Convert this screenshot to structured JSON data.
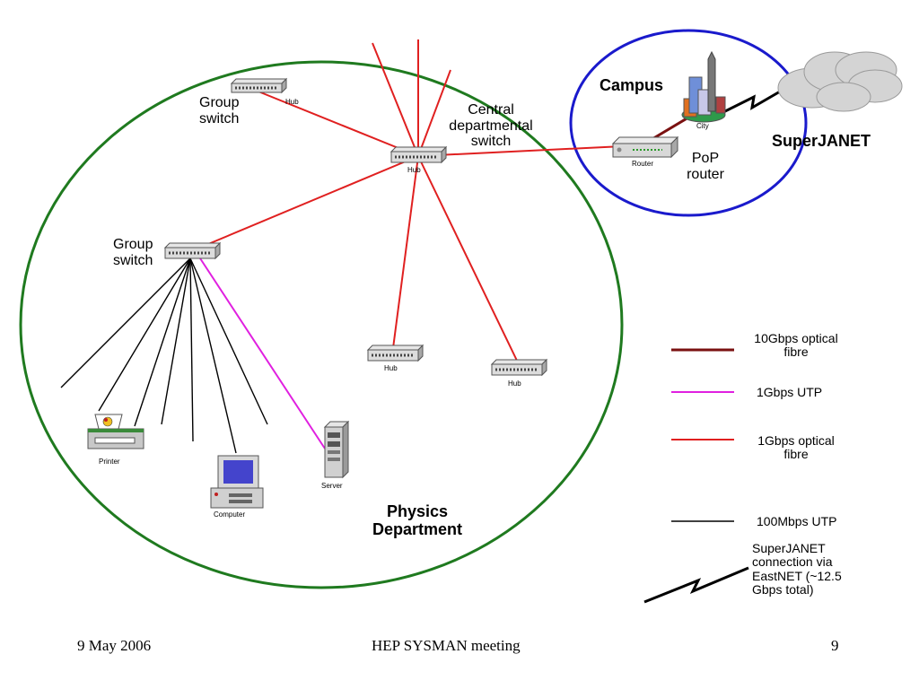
{
  "diagram": {
    "labels": {
      "group_switch_top": [
        "Group",
        "switch"
      ],
      "group_switch_left": [
        "Group",
        "switch"
      ],
      "central_switch": [
        "Central",
        "departmental",
        "switch"
      ],
      "campus": "Campus",
      "pop_router": [
        "PoP",
        "router"
      ],
      "superjanet": "SuperJANET",
      "physics_department": [
        "Physics",
        "Department"
      ]
    },
    "device_captions": {
      "hub_top": "Hub",
      "hub_central": "Hub",
      "hub_mid": "Hub",
      "hub_right": "Hub",
      "router": "Router",
      "city": "City",
      "printer": "Printer",
      "computer": "Computer",
      "server": "Server"
    },
    "legend": [
      {
        "label": [
          "10Gbps optical",
          "fibre"
        ],
        "color": "#7a1010"
      },
      {
        "label": [
          "1Gbps UTP"
        ],
        "color": "#e020e0"
      },
      {
        "label": [
          "1Gbps optical",
          "fibre"
        ],
        "color": "#e02020"
      },
      {
        "label": [
          "100Mbps UTP"
        ],
        "color": "#000000"
      },
      {
        "label": [
          "SuperJANET",
          "connection via",
          "EastNET (~12.5",
          "Gbps total)"
        ],
        "color": "#000000"
      }
    ],
    "colors": {
      "department_boundary": "#1f7a1f",
      "campus_boundary": "#1a1acc",
      "optical_1g": "#e02020",
      "utp_1g": "#e020e0",
      "optical_10g": "#7a1010",
      "utp_100m": "#000000"
    }
  },
  "footer": {
    "date": "9 May 2006",
    "title": "HEP SYSMAN meeting",
    "page": "9"
  }
}
